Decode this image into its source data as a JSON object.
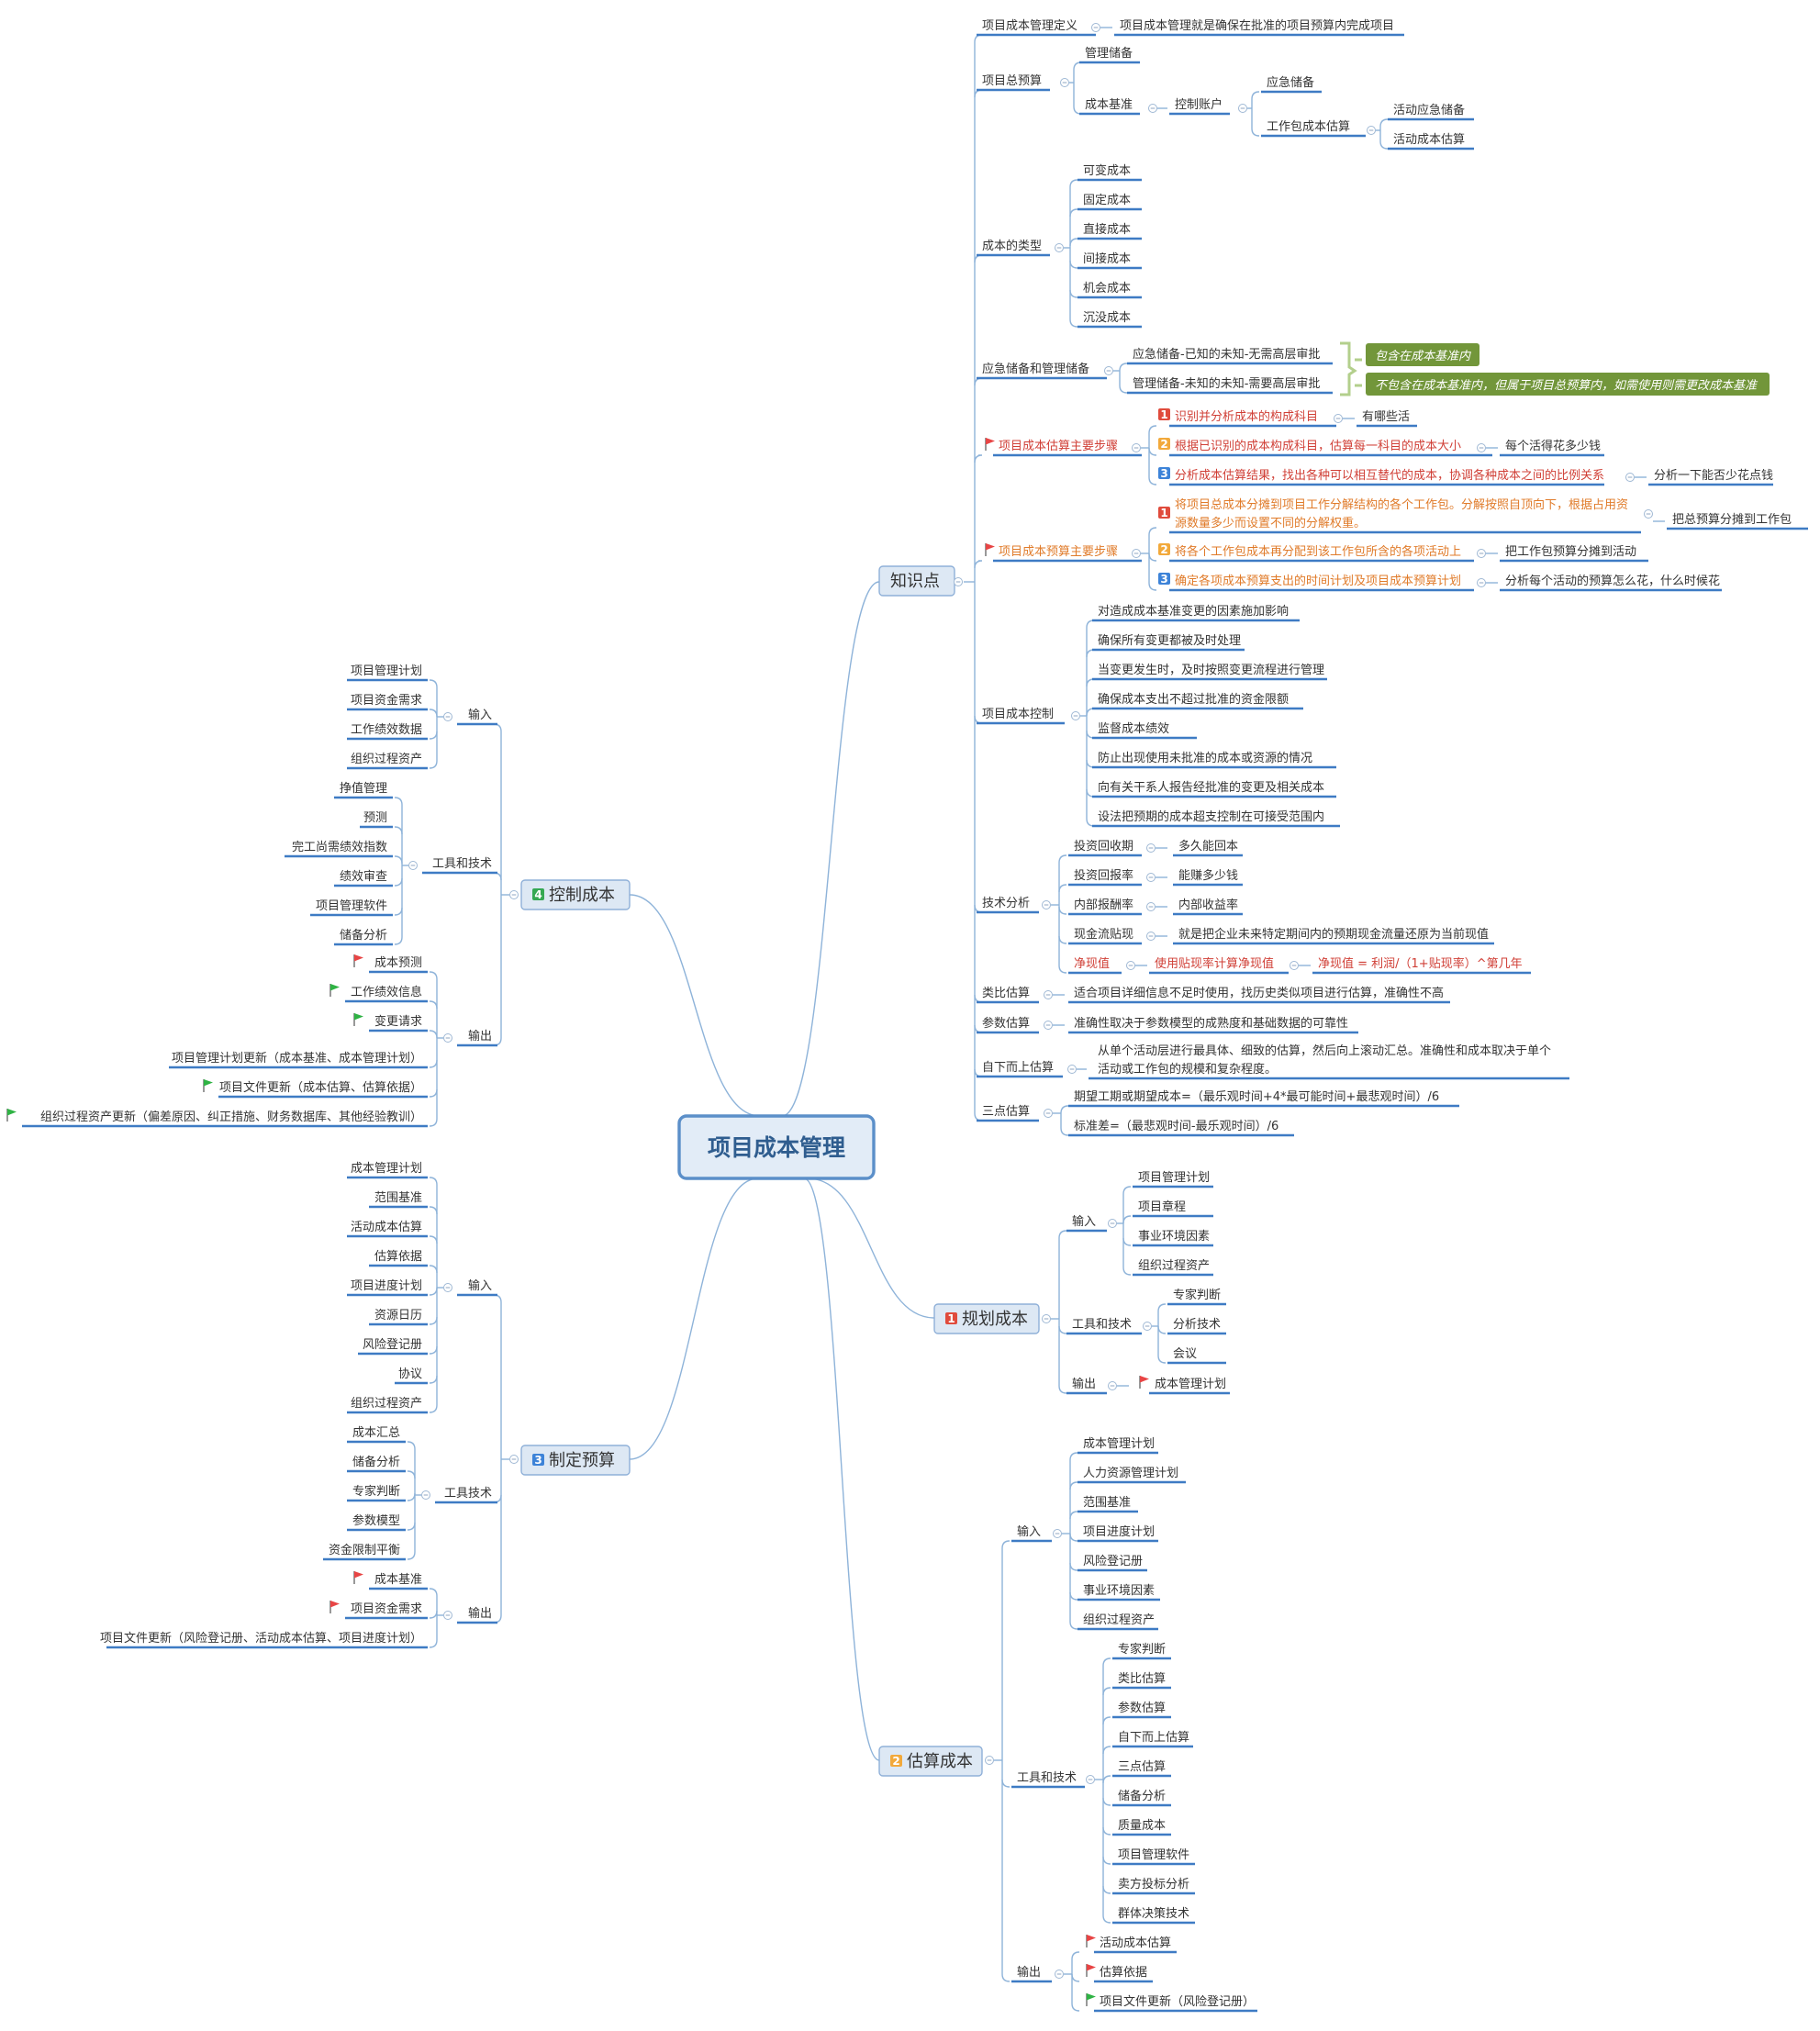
{
  "root": {
    "text": "项目成本管理"
  },
  "branches": {
    "knowledge": {
      "label": "知识点",
      "definition": {
        "label": "项目成本管理定义",
        "text": "项目成本管理就是确保在批准的项目预算内完成项目"
      },
      "total_budget": {
        "label": "项目总预算",
        "management_reserve": "管理储备",
        "cost_baseline": "成本基准",
        "control_account": "控制账户",
        "contingency_reserve": "应急储备",
        "wp_estimate": "工作包成本估算",
        "activity_contingency": "活动应急储备",
        "activity_estimate": "活动成本估算"
      },
      "cost_types": {
        "label": "成本的类型",
        "items": [
          "可变成本",
          "固定成本",
          "直接成本",
          "间接成本",
          "机会成本",
          "沉没成本"
        ]
      },
      "reserves": {
        "label": "应急储备和管理储备",
        "items": [
          "应急储备-已知的未知-无需高层审批",
          "管理储备-未知的未知-需要高层审批"
        ],
        "summaries": [
          "包含在成本基准内",
          "不包含在成本基准内，但属于项目总预算内，如需使用则需更改成本基准"
        ]
      },
      "estimate_steps": {
        "label": "项目成本估算主要步骤",
        "steps": [
          {
            "n": "1",
            "text": "识别并分析成本的构成科目",
            "note": "有哪些活"
          },
          {
            "n": "2",
            "text": "根据已识别的成本构成科目，估算每一科目的成本大小",
            "note": "每个活得花多少钱"
          },
          {
            "n": "3",
            "text": "分析成本估算结果，找出各种可以相互替代的成本，协调各种成本之间的比例关系",
            "note": "分析一下能否少花点钱"
          }
        ]
      },
      "budget_steps": {
        "label": "项目成本预算主要步骤",
        "steps": [
          {
            "n": "1",
            "text1": "将项目总成本分摊到项目工作分解结构的各个工作包。分解按照自顶向下，根据占用资",
            "text2": "源数量多少而设置不同的分解权重。",
            "note": "把总预算分摊到工作包"
          },
          {
            "n": "2",
            "text": "将各个工作包成本再分配到该工作包所含的各项活动上",
            "note": "把工作包预算分摊到活动"
          },
          {
            "n": "3",
            "text": "确定各项成本预算支出的时间计划及项目成本预算计划",
            "note": "分析每个活动的预算怎么花，什么时候花"
          }
        ]
      },
      "cost_control": {
        "label": "项目成本控制",
        "items": [
          "对造成成本基准变更的因素施加影响",
          "确保所有变更都被及时处理",
          "当变更发生时，及时按照变更流程进行管理",
          "确保成本支出不超过批准的资金限额",
          "监督成本绩效",
          "防止出现使用未批准的成本或资源的情况",
          "向有关干系人报告经批准的变更及相关成本",
          "设法把预期的成本超支控制在可接受范围内"
        ]
      },
      "tech_analysis": {
        "label": "技术分析",
        "items": [
          {
            "label": "投资回收期",
            "note": "多久能回本"
          },
          {
            "label": "投资回报率",
            "note": "能赚多少钱"
          },
          {
            "label": "内部报酬率",
            "note": "内部收益率"
          },
          {
            "label": "现金流贴现",
            "note": "就是把企业未来特定期间内的预期现金流量还原为当前现值"
          }
        ],
        "npv": {
          "label": "净现值",
          "sub": "使用贴现率计算净现值",
          "formula": "净现值 = 利润/（1+贴现率）^第几年"
        }
      },
      "analogous": {
        "label": "类比估算",
        "text": "适合项目详细信息不足时使用，找历史类似项目进行估算，准确性不高"
      },
      "parametric": {
        "label": "参数估算",
        "text": "准确性取决于参数模型的成熟度和基础数据的可靠性"
      },
      "bottom_up": {
        "label": "自下而上估算",
        "text1": "从单个活动层进行最具体、细致的估算，然后向上滚动汇总。准确性和成本取决于单个",
        "text2": "活动或工作包的规模和复杂程度。"
      },
      "three_point": {
        "label": "三点估算",
        "items": [
          "期望工期或期望成本=（最乐观时间+4*最可能时间+最悲观时间）/6",
          "标准差=（最悲观时间-最乐观时间）/6"
        ]
      }
    },
    "plan": {
      "num": "1",
      "label": "规划成本",
      "input": {
        "label": "输入",
        "items": [
          "项目管理计划",
          "项目章程",
          "事业环境因素",
          "组织过程资产"
        ]
      },
      "tools": {
        "label": "工具和技术",
        "items": [
          "专家判断",
          "分析技术",
          "会议"
        ]
      },
      "output": {
        "label": "输出",
        "items": [
          "成本管理计划"
        ]
      }
    },
    "estimate": {
      "num": "2",
      "label": "估算成本",
      "input": {
        "label": "输入",
        "items": [
          "成本管理计划",
          "人力资源管理计划",
          "范围基准",
          "项目进度计划",
          "风险登记册",
          "事业环境因素",
          "组织过程资产"
        ]
      },
      "tools": {
        "label": "工具和技术",
        "items": [
          "专家判断",
          "类比估算",
          "参数估算",
          "自下而上估算",
          "三点估算",
          "储备分析",
          "质量成本",
          "项目管理软件",
          "卖方投标分析",
          "群体决策技术"
        ]
      },
      "output": {
        "label": "输出",
        "items": [
          "活动成本估算",
          "估算依据",
          "项目文件更新（风险登记册）"
        ]
      }
    },
    "budget": {
      "num": "3",
      "label": "制定预算",
      "input": {
        "label": "输入",
        "items": [
          "成本管理计划",
          "范围基准",
          "活动成本估算",
          "估算依据",
          "项目进度计划",
          "资源日历",
          "风险登记册",
          "协议",
          "组织过程资产"
        ]
      },
      "tools": {
        "label": "工具技术",
        "items": [
          "成本汇总",
          "储备分析",
          "专家判断",
          "参数模型",
          "资金限制平衡"
        ]
      },
      "output": {
        "label": "输出",
        "items": [
          "成本基准",
          "项目资金需求",
          "项目文件更新（风险登记册、活动成本估算、项目进度计划）"
        ]
      }
    },
    "control": {
      "num": "4",
      "label": "控制成本",
      "input": {
        "label": "输入",
        "items": [
          "项目管理计划",
          "项目资金需求",
          "工作绩效数据",
          "组织过程资产"
        ]
      },
      "tools": {
        "label": "工具和技术",
        "items": [
          "挣值管理",
          "预测",
          "完工尚需绩效指数",
          "绩效审查",
          "项目管理软件",
          "储备分析"
        ]
      },
      "output": {
        "label": "输出",
        "items": [
          "成本预测",
          "工作绩效信息",
          "变更请求",
          "项目管理计划更新（成本基准、成本管理计划）",
          "项目文件更新（成本估算、估算依据）",
          "组织过程资产更新（偏差原因、纠正措施、财务数据库、其他经验教训）"
        ]
      }
    }
  },
  "colors": {
    "edge": "#8eb3d9",
    "underline": "#3e7bc4",
    "root_border": "#5b8fc9",
    "red": "#d03f36",
    "orange": "#e07b2a",
    "summary": "#72963a",
    "badge1": "#e04b3c",
    "badge2": "#f2a93b",
    "badge3": "#3d83d8",
    "badge4": "#35a853",
    "flag_red": "#e84545",
    "flag_green": "#2fb344"
  }
}
